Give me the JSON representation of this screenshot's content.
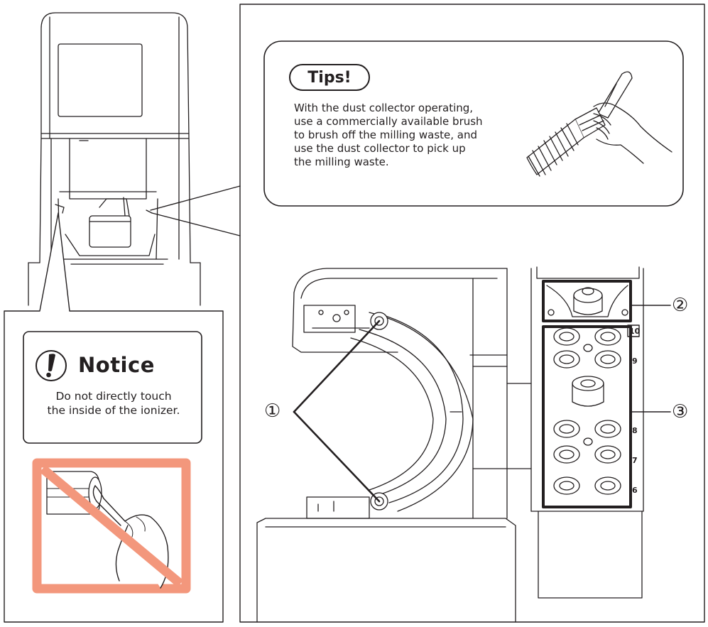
{
  "tips": {
    "title": "Tips!",
    "lines": [
      "With the dust collector operating,",
      "use a commercially available brush",
      "to brush off the milling waste, and",
      "use the dust collector to pick up",
      "the milling waste."
    ]
  },
  "notice": {
    "title": "Notice",
    "lines": [
      "Do not directly touch",
      "the inside of the ionizer."
    ]
  },
  "callouts": {
    "c1": "①",
    "c2": "②",
    "c3": "③"
  },
  "scale_marks": [
    "10",
    "9",
    "8",
    "7",
    "6"
  ],
  "colors": {
    "line": "#231f20",
    "prohibition": "#f3977c"
  }
}
